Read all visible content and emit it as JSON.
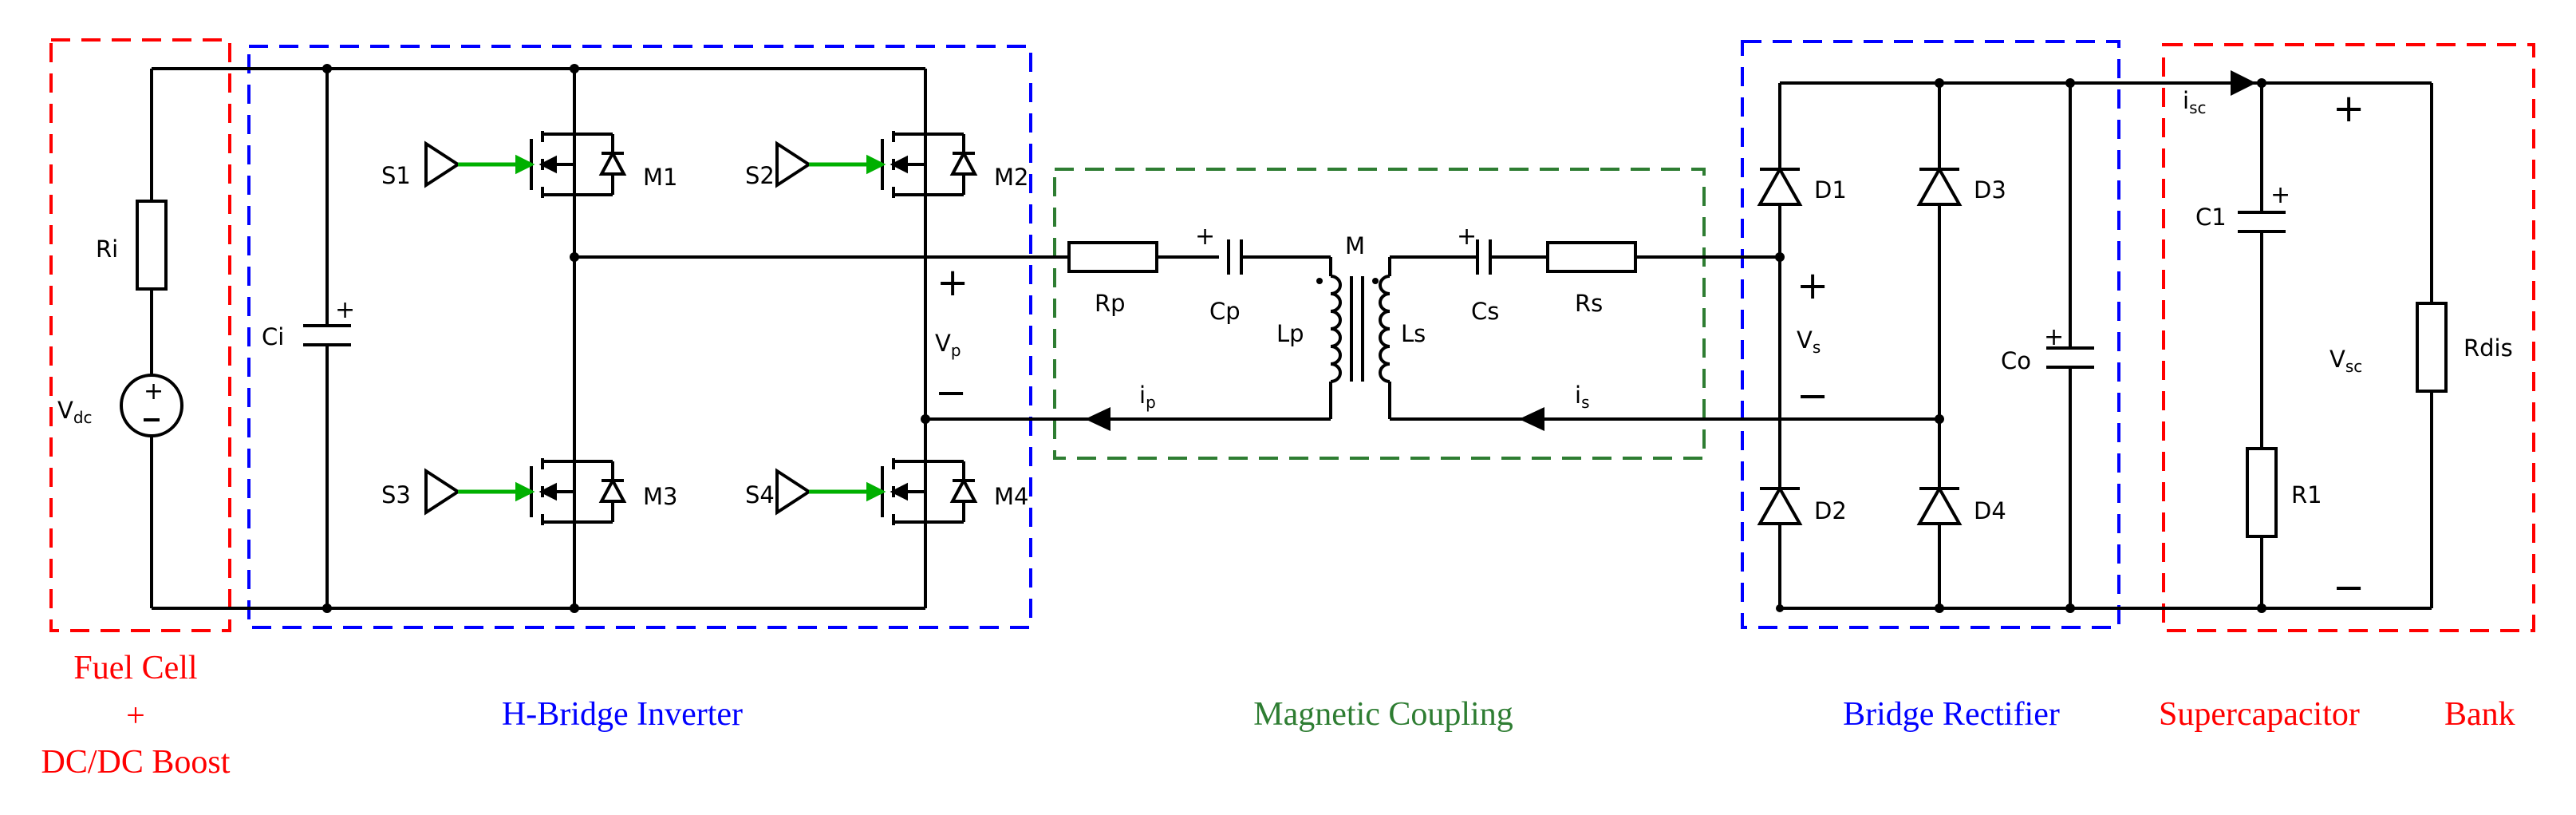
{
  "colors": {
    "wire": "#000000",
    "fuel_cell": "#ff0000",
    "inverter": "#0000ff",
    "coupling": "#2e7d32",
    "rectifier": "#0000ff",
    "supercap": "#ff0000",
    "gate_arrow": "#00b000"
  },
  "captions": {
    "fuel_cell_line1": "Fuel Cell",
    "fuel_cell_plus": "+",
    "fuel_cell_line3": "DC/DC Boost",
    "inverter": "H-Bridge Inverter",
    "coupling": "Magnetic Coupling",
    "rectifier": "Bridge Rectifier",
    "supercap_a": "Supercapacitor",
    "supercap_b": "Bank"
  },
  "components": {
    "ri": "Ri",
    "vdc": "V",
    "vdc_sub": "dc",
    "ci": "Ci",
    "s1": "S1",
    "s2": "S2",
    "s3": "S3",
    "s4": "S4",
    "m1": "M1",
    "m2": "M2",
    "m3": "M3",
    "m4": "M4",
    "vp": "V",
    "vp_sub": "p",
    "rp": "Rp",
    "cp": "Cp",
    "lp": "Lp",
    "m": "M",
    "ls": "Ls",
    "cs": "Cs",
    "rs": "Rs",
    "ip": "i",
    "ip_sub": "p",
    "is": "i",
    "is_sub": "s",
    "d1": "D1",
    "d2": "D2",
    "d3": "D3",
    "d4": "D4",
    "vs": "V",
    "vs_sub": "s",
    "co": "Co",
    "isc": "i",
    "isc_sub": "sc",
    "c1": "C1",
    "r1": "R1",
    "vsc": "V",
    "vsc_sub": "sc",
    "rdis": "Rdis"
  },
  "signs": {
    "plus": "+",
    "minus": "−"
  }
}
